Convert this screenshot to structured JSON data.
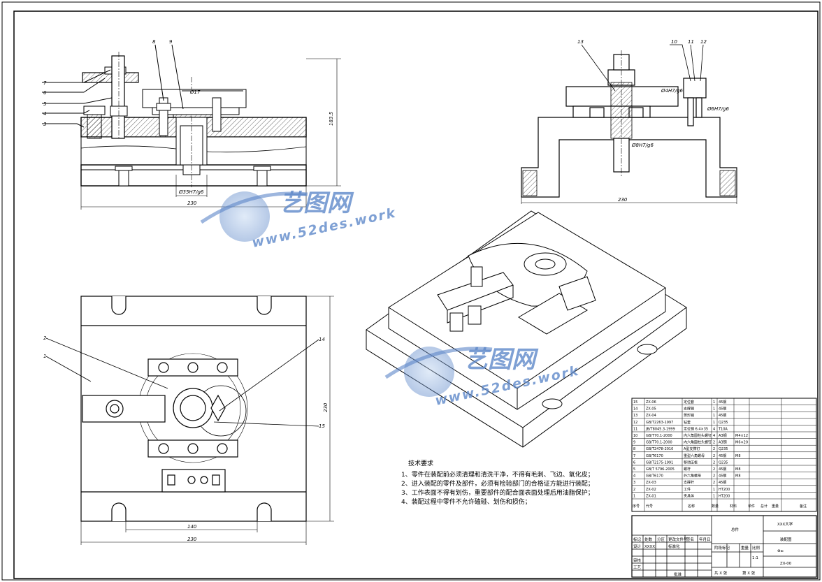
{
  "drawing": {
    "front_view": {
      "callouts": [
        "7",
        "6",
        "5",
        "4",
        "3",
        "8",
        "9"
      ],
      "dims": {
        "height": "183.5",
        "width": "230",
        "bore": "Ø35H7/g6",
        "fit_small": "Ø17"
      }
    },
    "side_view": {
      "callouts": [
        "13",
        "10",
        "11",
        "12"
      ],
      "dims": {
        "width": "230",
        "fit_a": "Ø4H7/g6",
        "fit_b": "Ø6H7/g6",
        "fit_c": "Ø8H7/g6"
      }
    },
    "top_view": {
      "callouts": [
        "2",
        "1",
        "14",
        "15"
      ],
      "dims": {
        "inner": "140",
        "width": "230",
        "height": "230"
      }
    },
    "watermark": {
      "brand": "艺图网",
      "url": "www.52des.work"
    },
    "tech_req": {
      "title": "技术要求",
      "lines": [
        "1、零件在装配前必须清理和清洗干净，不得有毛刺、飞边、氧化皮；",
        "2、进入装配的零件及部件，必须有检验部门的合格证方能进行装配；",
        "3、工作表面不得有划伤，重要部件的配合面表面处理后用油脂保护；",
        "4、装配过程中零件不允许磕碰、划伤和损伤；"
      ]
    },
    "bom": {
      "rows": [
        [
          "15",
          "ZX-06",
          "定位套",
          "1",
          "45钢",
          ""
        ],
        [
          "14",
          "ZX-05",
          "支撑销",
          "1",
          "45钢",
          ""
        ],
        [
          "13",
          "ZX-04",
          "菱形销",
          "1",
          "45钢",
          ""
        ],
        [
          "12",
          "GB/T2263-1997",
          "钻套",
          "1",
          "Q235",
          ""
        ],
        [
          "11",
          "JB/T8045.3-1999",
          "定位销 6.4×35",
          "4",
          "T10A",
          ""
        ],
        [
          "10",
          "GB/T70.1-2000",
          "内六角圆柱头螺钉",
          "4",
          "A3钢",
          "M4×12"
        ],
        [
          "9",
          "GB/T70.1-2000",
          "内六角圆柱头螺钉",
          "2",
          "A3钢",
          "M6×20"
        ],
        [
          "8",
          "GB/T2478-2010",
          "A型支撑钉",
          "2",
          "Q235",
          ""
        ],
        [
          "7",
          "GB/T6170",
          "重型六角螺母",
          "2",
          "45钢",
          "M8"
        ],
        [
          "6",
          "GB/T2175-1991",
          "移动压板",
          "2",
          "Q235",
          ""
        ],
        [
          "5",
          "GB/T 5796-2005",
          "螺杆",
          "2",
          "45钢",
          "M8"
        ],
        [
          "4",
          "GB/T6170",
          "外六角螺母",
          "2",
          "45钢",
          "M8"
        ],
        [
          "3",
          "ZX-03",
          "支撑杆",
          "2",
          "45钢",
          ""
        ],
        [
          "2",
          "ZX-02",
          "工件",
          "1",
          "HT200",
          ""
        ],
        [
          "1",
          "ZX-01",
          "夹具体",
          "1",
          "HT200",
          ""
        ]
      ],
      "header": [
        "序号",
        "代号",
        "名称",
        "数量",
        "材料",
        "单件",
        "总计",
        "重量",
        "备注"
      ]
    },
    "title_block": {
      "left_labels": [
        "标记",
        "处数",
        "分区",
        "更改文件号",
        "签名",
        "年月日",
        "设计",
        "XXXX",
        "标准化",
        "审核",
        "工艺",
        "批准"
      ],
      "group": "总件",
      "school": "XXX大学",
      "name": "装配图",
      "stage": "阶段标记",
      "weight": "重量",
      "scale_lbl": "比例",
      "scale": "1:1",
      "sheet_total": "共 X 张",
      "sheet_no": "第 X 张",
      "code": "ZX-00",
      "proj": "⊕⊏"
    }
  }
}
